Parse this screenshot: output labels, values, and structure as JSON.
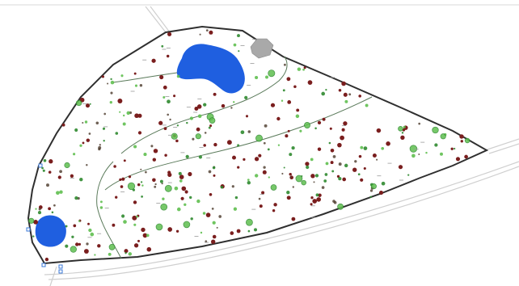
{
  "colors": {
    "background": "#ffffff",
    "park_fill": "#ffffff",
    "park_boundary": "#2f2f2f",
    "road": "#c9c9c9",
    "path": "#4a6b4a",
    "water": "#1f5fe0",
    "building": "#a7a7a7",
    "tree_green": "#2f8a2f",
    "tree_green_light": "#5fbf4f",
    "tree_red": "#7a1e1e",
    "tree_dark": "#4b3a2a",
    "marker": "#3a78d8"
  },
  "features": {
    "parcel": "park-boundary",
    "water_bodies": [
      "pond-north",
      "pond-west"
    ],
    "buildings": [
      "building-north"
    ],
    "paths": [
      "path-north",
      "path-middle",
      "path-south"
    ],
    "roads": [
      "road-north",
      "road-south",
      "road-east"
    ],
    "markers": [
      "survey-marker"
    ]
  },
  "trees": {
    "red_count": 150,
    "green_small_count": 140,
    "green_large_count": 28,
    "dark_count": 60,
    "labelled_count": 40
  }
}
